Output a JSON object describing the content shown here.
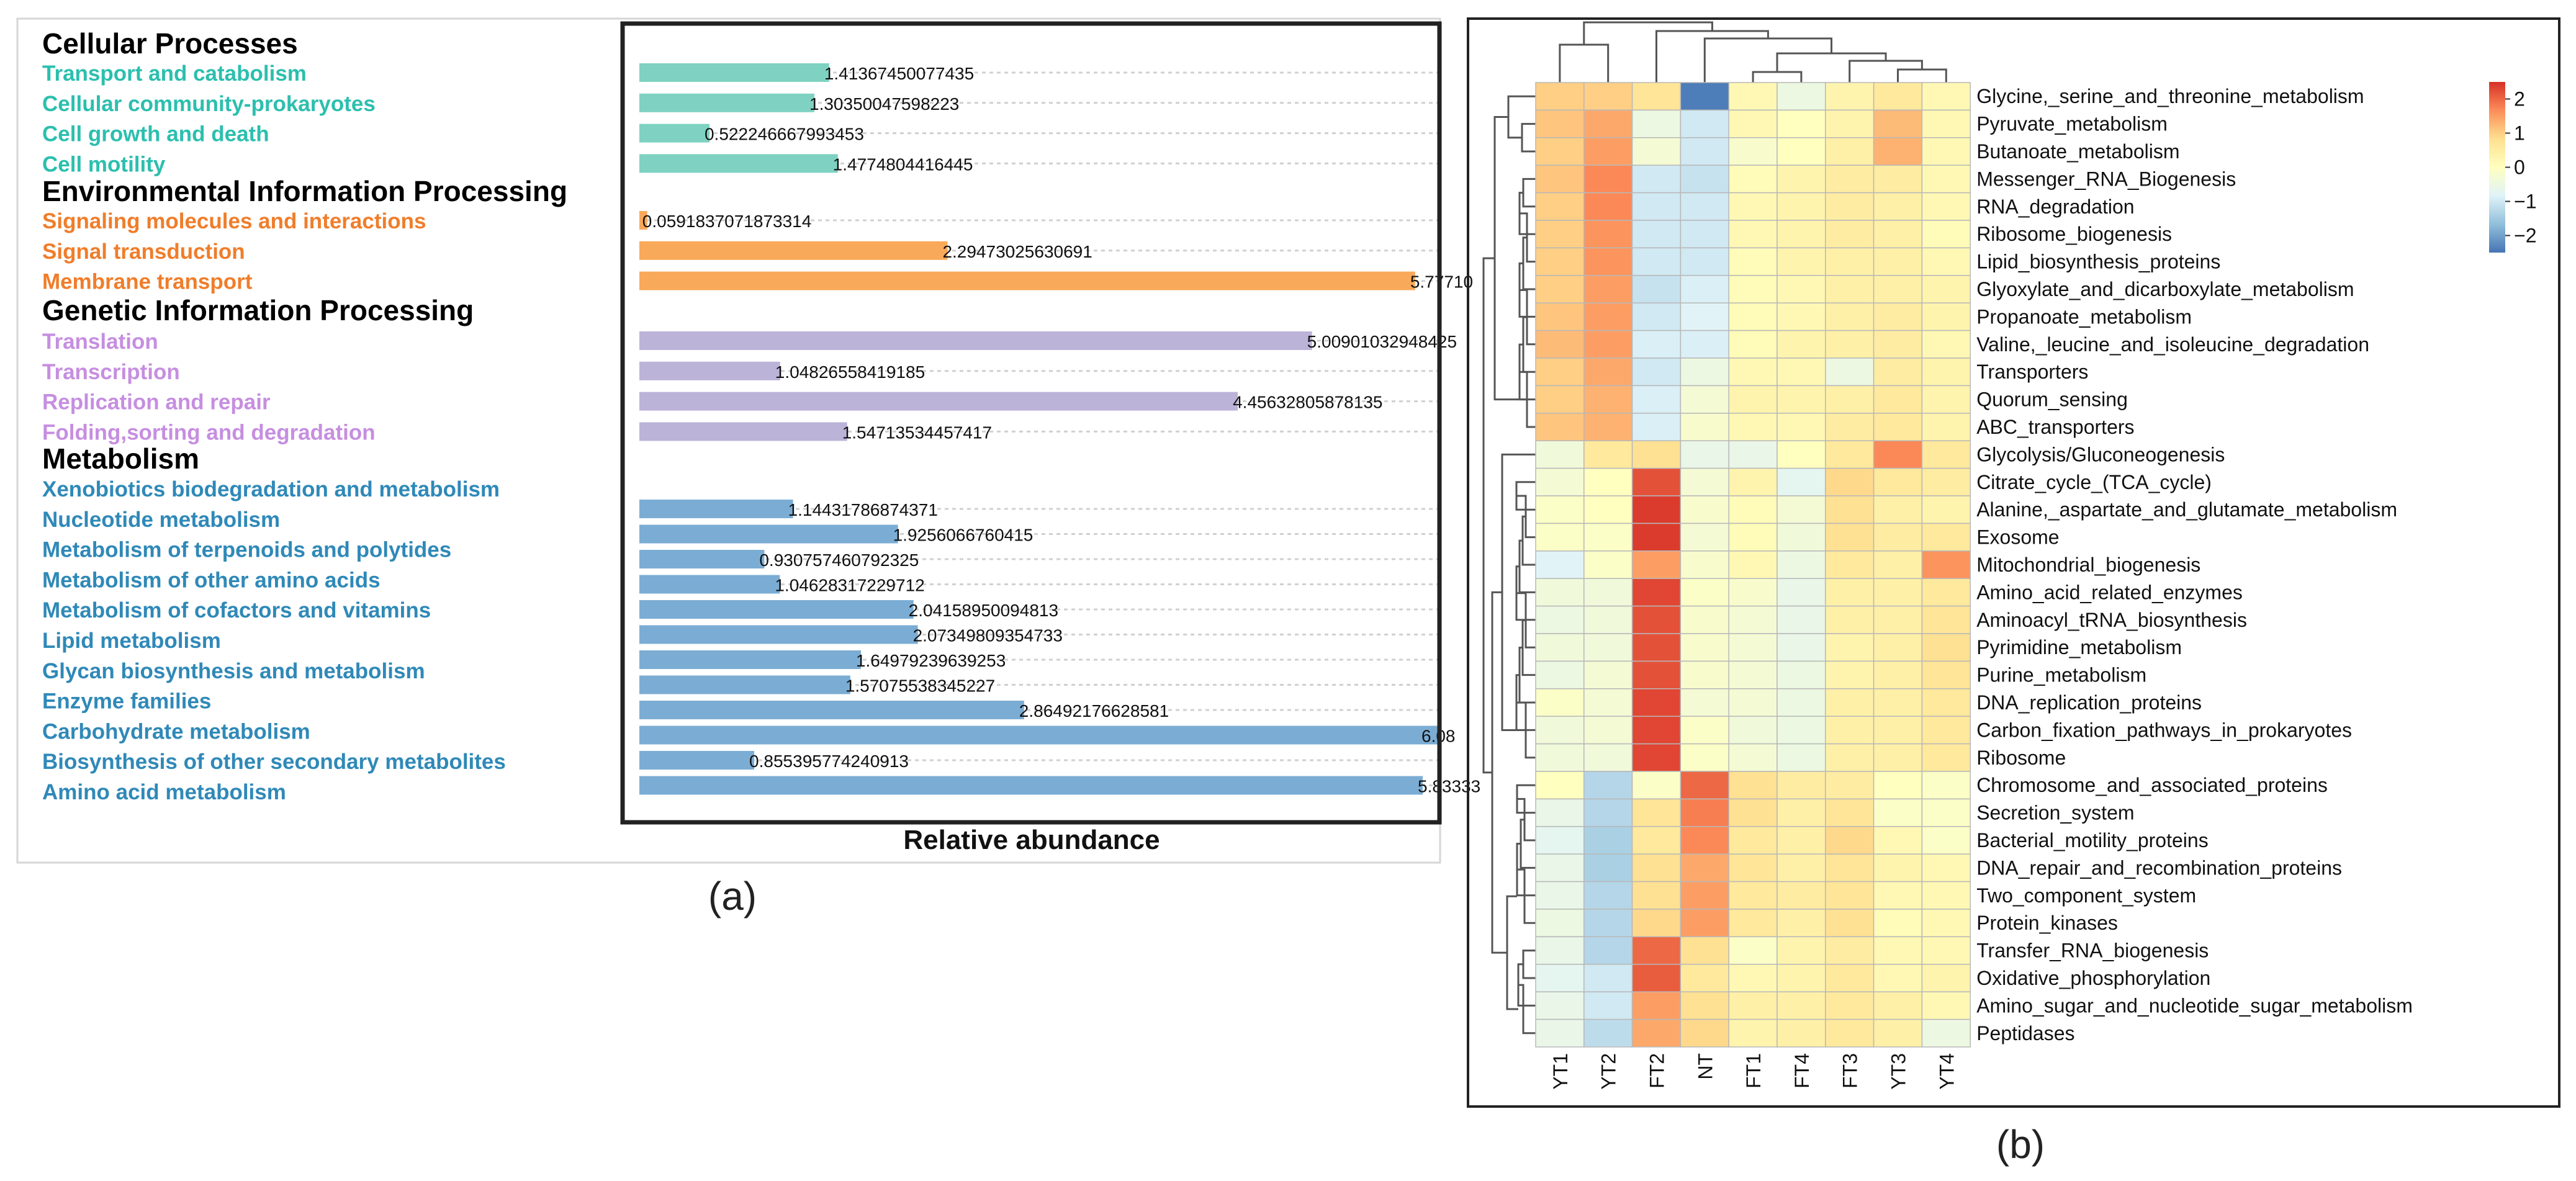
{
  "colors": {
    "cellular": "#2bbfae",
    "environmental": "#f07d2a",
    "genetic": "#c68ee0",
    "metabolism": "#2f89b8",
    "bar_cellular": "#7fd2c1",
    "bar_environmental": "#f9a95a",
    "bar_genetic": "#bcb3d9",
    "bar_metabolism": "#7badd4"
  },
  "panel_labels": [
    "(a)",
    "(b)"
  ],
  "chart_data": [
    {
      "type": "bar",
      "orientation": "horizontal",
      "xlabel": "Relative abundance",
      "xlim": [
        0,
        6.0
      ],
      "groups": [
        {
          "name": "Cellular Processes",
          "color_key": "cellular",
          "categories": [
            "Transport and catabolism",
            "Cellular community-prokaryotes",
            "Cell growth and death",
            "Cell motility"
          ],
          "values": [
            1.41367450077435,
            1.30350047598223,
            0.522246667993453,
            1.4774804416445
          ],
          "labels": [
            "1.41367450077435",
            "1.30350047598223",
            "0.522246667993453",
            "1.4774804416445"
          ]
        },
        {
          "name": "Environmental Information Processing",
          "color_key": "environmental",
          "categories": [
            "Signaling molecules and interactions",
            "Signal transduction",
            "Membrane transport"
          ],
          "values": [
            0.0591837071873314,
            2.29473025630691,
            5.7771
          ],
          "labels": [
            "0.0591837071873314",
            "2.29473025630691",
            "5.77710"
          ]
        },
        {
          "name": "Genetic Information Processing",
          "color_key": "genetic",
          "categories": [
            "Translation",
            "Transcription",
            "Replication and repair",
            "Folding,sorting and degradation"
          ],
          "values": [
            5.00901032948425,
            1.04826558419185,
            4.45632805878135,
            1.54713534457417
          ],
          "labels": [
            "5.00901032948425",
            "1.04826558419185",
            "4.45632805878135",
            "1.54713534457417"
          ]
        },
        {
          "name": "Metabolism",
          "color_key": "metabolism",
          "categories": [
            "Xenobiotics biodegradation and metabolism",
            "Nucleotide metabolism",
            "Metabolism of terpenoids and polytides",
            "Metabolism of other amino acids",
            "Metabolism of cofactors and vitamins",
            "Lipid metabolism",
            "Glycan biosynthesis and metabolism",
            "Enzyme families",
            "Carbohydrate metabolism",
            "Biosynthesis of other secondary metabolites",
            "Amino acid metabolism"
          ],
          "values": [
            1.14431786874371,
            1.9256066760415,
            0.930757460792325,
            1.04628317229712,
            2.04158950094813,
            2.07349809354733,
            1.64979239639253,
            1.57075538345227,
            2.86492176628581,
            6.08,
            0.855395774240913,
            5.83333
          ],
          "labels": [
            "1.14431786874371",
            "1.9256066760415",
            "0.930757460792325",
            "1.04628317229712",
            "2.04158950094813",
            "2.07349809354733",
            "1.64979239639253",
            "1.57075538345227",
            "2.86492176628581",
            "6.08",
            "0.855395774240913",
            "5.83333"
          ]
        }
      ]
    },
    {
      "type": "heatmap",
      "columns": [
        "YT1",
        "YT2",
        "FT2",
        "NT",
        "FT1",
        "FT4",
        "FT3",
        "YT3",
        "YT4"
      ],
      "rows": [
        "Glycine,_serine_and_threonine_metabolism",
        "Pyruvate_metabolism",
        "Butanoate_metabolism",
        "Messenger_RNA_Biogenesis",
        "RNA_degradation",
        "Ribosome_biogenesis",
        "Lipid_biosynthesis_proteins",
        "Glyoxylate_and_dicarboxylate_metabolism",
        "Propanoate_metabolism",
        "Valine,_leucine_and_isoleucine_degradation",
        "Transporters",
        "Quorum_sensing",
        "ABC_transporters",
        "Glycolysis/Gluconeogenesis",
        "Citrate_cycle_(TCA_cycle)",
        "Alanine,_aspartate_and_glutamate_metabolism",
        "Exosome",
        "Mitochondrial_biogenesis",
        "Amino_acid_related_enzymes",
        "Aminoacyl_tRNA_biosynthesis",
        "Pyrimidine_metabolism",
        "Purine_metabolism",
        "DNA_replication_proteins",
        "Carbon_fixation_pathways_in_prokaryotes",
        "Ribosome",
        "Chromosome_and_associated_proteins",
        "Secretion_system",
        "Bacterial_motility_proteins",
        "DNA_repair_and_recombination_proteins",
        "Two_component_system",
        "Protein_kinases",
        "Transfer_RNA_biogenesis",
        "Oxidative_phosphorylation",
        "Amino_sugar_and_nucleotide_sugar_metabolism",
        "Peptidases"
      ],
      "color_scale": {
        "min": -2.5,
        "max": 2.5,
        "colors": [
          "#4575b4",
          "#91bfdb",
          "#e0f3f8",
          "#ffffbf",
          "#fee090",
          "#fc8d59",
          "#d73027"
        ]
      },
      "legend_ticks": [
        {
          "value": 2,
          "label": "2"
        },
        {
          "value": 1,
          "label": "1"
        },
        {
          "value": 0,
          "label": "0"
        },
        {
          "value": -1,
          "label": "−1"
        },
        {
          "value": -2,
          "label": "−2"
        }
      ],
      "values": [
        [
          1.0,
          1.0,
          0.7,
          -2.4,
          0.2,
          -0.5,
          0.3,
          0.6,
          0.2
        ],
        [
          1.1,
          1.4,
          -0.5,
          -1.0,
          0.2,
          0.0,
          0.3,
          1.2,
          0.2
        ],
        [
          1.0,
          1.5,
          -0.3,
          -1.0,
          -0.2,
          0.0,
          0.4,
          1.3,
          0.2
        ],
        [
          1.1,
          1.7,
          -1.0,
          -1.1,
          0.1,
          0.3,
          0.5,
          0.5,
          0.2
        ],
        [
          1.0,
          1.7,
          -1.0,
          -1.0,
          0.2,
          0.3,
          0.5,
          0.4,
          0.2
        ],
        [
          1.0,
          1.6,
          -1.0,
          -1.0,
          0.2,
          0.3,
          0.5,
          0.4,
          0.1
        ],
        [
          1.0,
          1.6,
          -1.0,
          -1.0,
          0.1,
          0.3,
          0.4,
          0.4,
          0.2
        ],
        [
          1.0,
          1.5,
          -1.1,
          -0.9,
          0.1,
          0.2,
          0.4,
          0.4,
          0.3
        ],
        [
          1.1,
          1.5,
          -1.0,
          -0.8,
          0.1,
          0.2,
          0.4,
          0.5,
          0.3
        ],
        [
          1.2,
          1.5,
          -0.9,
          -0.9,
          0.1,
          0.3,
          0.4,
          0.5,
          0.2
        ],
        [
          1.0,
          1.4,
          -1.0,
          -0.5,
          0.2,
          0.2,
          -0.5,
          0.5,
          0.3
        ],
        [
          1.0,
          1.3,
          -0.9,
          -0.3,
          0.3,
          0.3,
          0.4,
          0.6,
          0.3
        ],
        [
          1.1,
          1.3,
          -0.9,
          -0.2,
          0.2,
          0.2,
          0.5,
          0.6,
          0.3
        ],
        [
          -0.4,
          0.6,
          0.8,
          -0.6,
          -0.6,
          0.0,
          0.6,
          1.7,
          0.6
        ],
        [
          -0.3,
          0.0,
          2.2,
          -0.3,
          0.3,
          -0.7,
          0.9,
          0.6,
          0.5
        ],
        [
          -0.1,
          0.0,
          2.4,
          -0.2,
          0.1,
          -0.3,
          0.8,
          0.4,
          0.3
        ],
        [
          -0.1,
          -0.1,
          2.4,
          -0.3,
          0.1,
          -0.4,
          0.8,
          0.5,
          0.6
        ],
        [
          -0.8,
          -0.1,
          1.5,
          -0.2,
          0.2,
          -0.5,
          0.6,
          0.4,
          1.6
        ],
        [
          -0.4,
          -0.4,
          2.3,
          -0.1,
          -0.2,
          -0.6,
          0.4,
          0.4,
          0.6
        ],
        [
          -0.5,
          -0.4,
          2.2,
          -0.2,
          -0.3,
          -0.6,
          0.4,
          0.4,
          0.7
        ],
        [
          -0.4,
          -0.4,
          2.2,
          -0.2,
          -0.3,
          -0.6,
          0.3,
          0.4,
          0.8
        ],
        [
          -0.5,
          -0.3,
          2.2,
          -0.2,
          -0.3,
          -0.5,
          0.3,
          0.4,
          0.7
        ],
        [
          -0.1,
          -0.3,
          2.3,
          -0.3,
          -0.3,
          -0.5,
          0.4,
          0.4,
          0.6
        ],
        [
          -0.4,
          -0.3,
          2.3,
          -0.1,
          -0.4,
          -0.5,
          0.4,
          0.4,
          0.6
        ],
        [
          -0.4,
          -0.4,
          2.3,
          -0.1,
          -0.3,
          -0.5,
          0.4,
          0.4,
          0.6
        ],
        [
          0.0,
          -1.3,
          -0.1,
          2.0,
          0.8,
          0.5,
          0.5,
          0.0,
          -0.1
        ],
        [
          -0.6,
          -1.3,
          0.7,
          1.8,
          0.8,
          0.4,
          0.7,
          -0.1,
          -0.1
        ],
        [
          -0.7,
          -1.4,
          0.6,
          1.7,
          0.6,
          0.4,
          0.9,
          0.2,
          -0.1
        ],
        [
          -0.6,
          -1.4,
          0.8,
          1.4,
          0.7,
          0.4,
          0.7,
          0.3,
          0.2
        ],
        [
          -0.6,
          -1.3,
          0.8,
          1.5,
          0.6,
          0.5,
          0.7,
          0.2,
          0.2
        ],
        [
          -0.5,
          -1.3,
          0.9,
          1.5,
          0.6,
          0.4,
          0.8,
          0.1,
          0.2
        ],
        [
          -0.6,
          -1.3,
          2.0,
          0.8,
          -0.1,
          0.3,
          0.5,
          0.2,
          0.2
        ],
        [
          -0.7,
          -1.0,
          2.1,
          0.6,
          0.2,
          0.3,
          0.6,
          0.2,
          0.3
        ],
        [
          -0.6,
          -1.0,
          1.5,
          0.8,
          0.4,
          0.4,
          0.6,
          0.4,
          0.2
        ],
        [
          -0.6,
          -1.2,
          1.4,
          0.9,
          0.3,
          0.4,
          0.6,
          0.4,
          -0.5
        ]
      ]
    }
  ]
}
